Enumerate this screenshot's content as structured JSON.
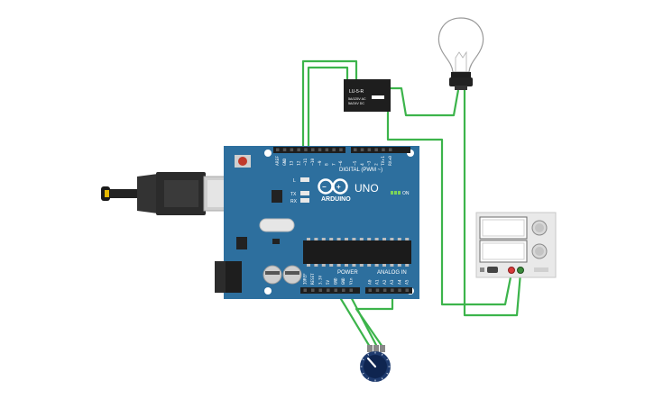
{
  "board": {
    "brand": "ARDUINO",
    "model": "UNO",
    "digital_header": "DIGITAL (PWM ~)",
    "power_header": "POWER",
    "analog_header": "ANALOG IN",
    "on_label": "ON",
    "led_l": "L",
    "led_tx": "TX",
    "led_rx": "RX",
    "top_pins": [
      "AREF",
      "GND",
      "13",
      "12",
      "~11",
      "~10",
      "~9",
      "8",
      "7",
      "~6",
      "~5",
      "4",
      "~3",
      "2",
      "TX▸1",
      "RX◂0"
    ],
    "power_pins": [
      "IOREF",
      "RESET",
      "3.3V",
      "5V",
      "GND",
      "GND",
      "Vin"
    ],
    "analog_pins": [
      "A0",
      "A1",
      "A2",
      "A3",
      "A4",
      "A5"
    ]
  },
  "relay": {
    "line1": "LU-5-R",
    "line2": "5A/125V AC",
    "line3": "5A/24V DC"
  },
  "colors": {
    "board": "#2d6f9e",
    "wire": "#3cb44b",
    "relay": "#1e1e1e",
    "supply": "#e9e9e9"
  }
}
